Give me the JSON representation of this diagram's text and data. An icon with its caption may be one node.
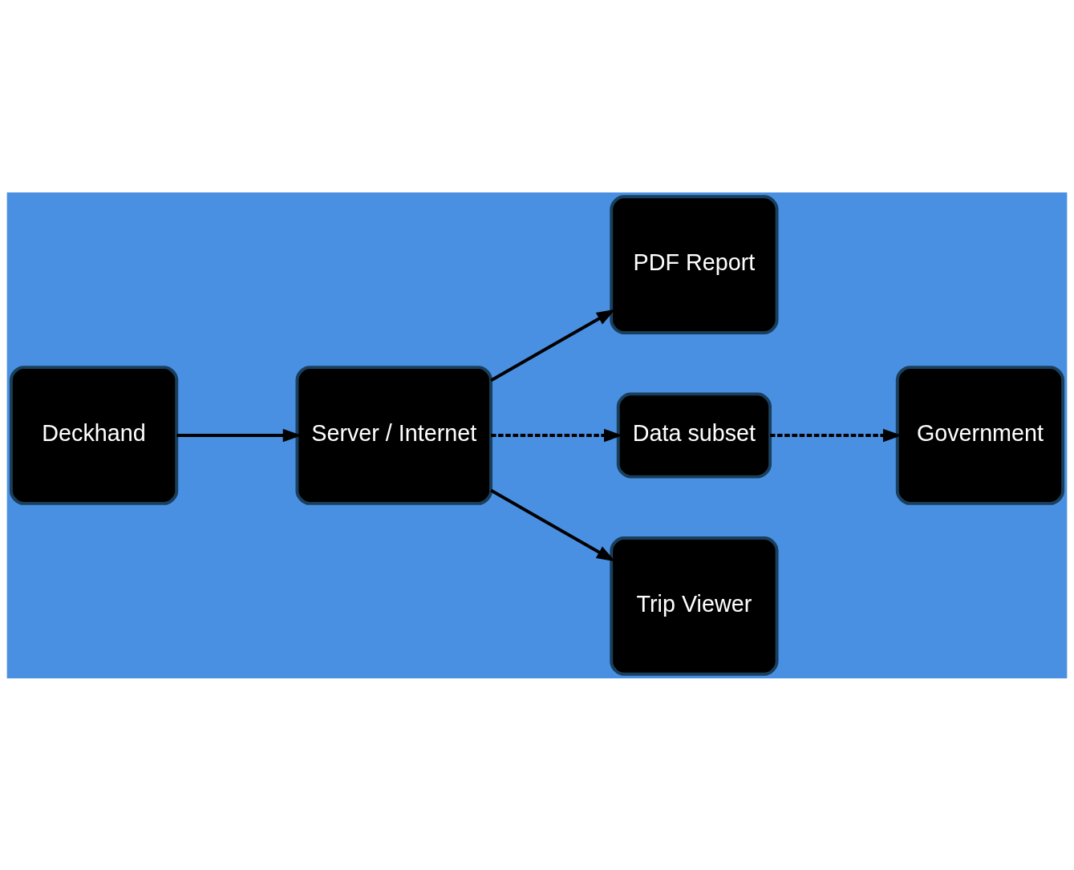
{
  "diagram": {
    "nodes": [
      {
        "text": [
          "Server / Internet"
        ]
      },
      {
        "text": [
          "PDF Report"
        ]
      },
      {
        "text": [
          "Data subset"
        ]
      },
      {
        "text": [
          "Government"
        ]
      },
      {
        "text": [
          "Deckhand"
        ]
      },
      {
        "text": [
          "Trip Viewer"
        ]
      }
    ],
    "edges": [
      {
        "from": 0,
        "to": 1,
        "arrow": "to"
      },
      {
        "from": 0,
        "to": 2,
        "arrow": "to",
        "style": "dashed"
      },
      {
        "from": 2,
        "to": 3,
        "arrow": "to",
        "style": "dashed"
      },
      {
        "from": 0,
        "to": 5,
        "arrow": "to"
      },
      {
        "from": 4,
        "to": 0,
        "arrow": "to"
      }
    ]
  }
}
